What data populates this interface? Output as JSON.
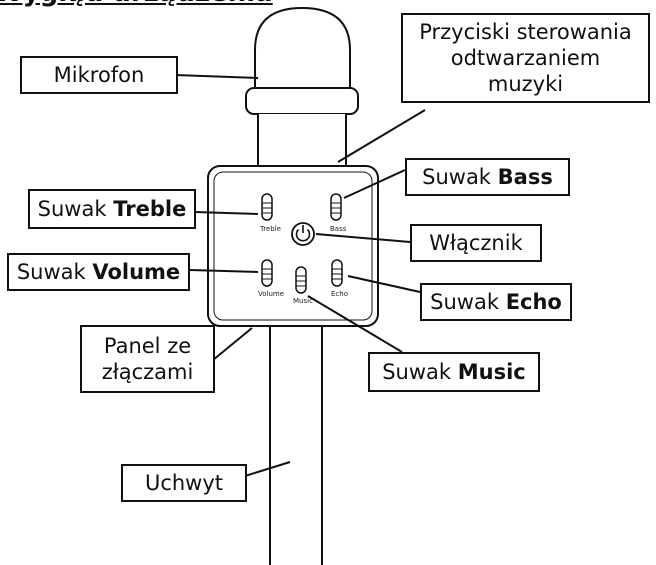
{
  "title": "Wygląd urządzenia",
  "labels": {
    "mikrofon": "Mikrofon",
    "przyciski": [
      "Przyciski sterowania",
      "odtwarzaniem",
      "muzyki"
    ],
    "suwak": "Suwak",
    "treble": "Treble",
    "bass": "Bass",
    "volume": "Volume",
    "echo": "Echo",
    "music": "Music",
    "wlacznik": "Włącznik",
    "panel": [
      "Panel ze",
      "złączami"
    ],
    "uchwyt": "Uchwyt"
  },
  "device_text": {
    "treble": "Treble",
    "bass": "Bass",
    "volume": "Volume",
    "echo": "Echo",
    "music": "Music"
  }
}
